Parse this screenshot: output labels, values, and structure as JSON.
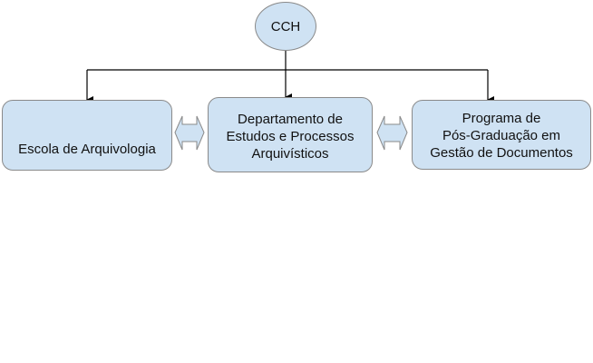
{
  "diagram": {
    "root": {
      "label": "CCH"
    },
    "children": [
      {
        "lines": [
          "Escola de Arquivologia"
        ]
      },
      {
        "lines": [
          "Departamento de",
          "Estudos e Processos",
          "Arquivísticos"
        ]
      },
      {
        "lines": [
          "Programa de",
          "Pós-Graduação em",
          "Gestão de Documentos"
        ]
      }
    ],
    "colors": {
      "fill": "#cfe2f3",
      "border": "#8a8a8a",
      "connector": "#000000"
    }
  }
}
